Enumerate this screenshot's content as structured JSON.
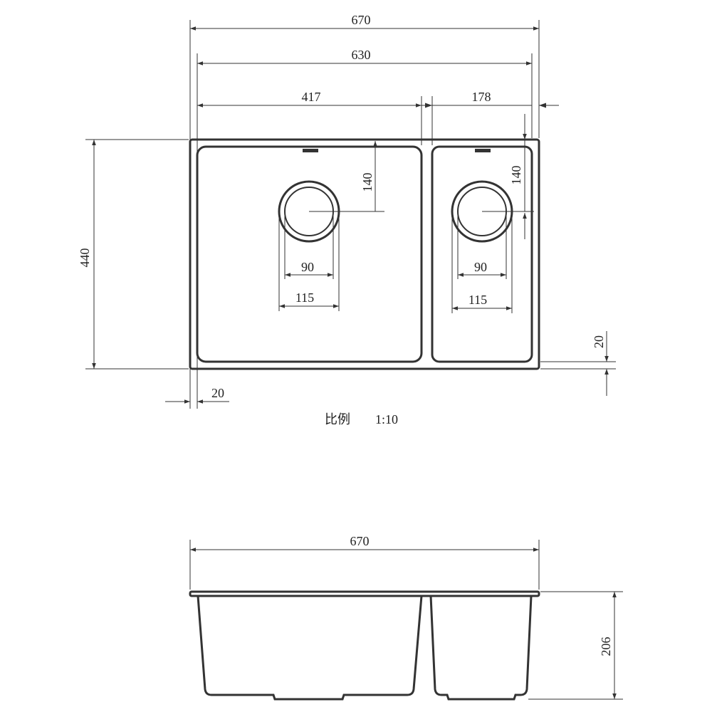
{
  "top_view": {
    "overall_width": "670",
    "inner_width": "630",
    "left_bowl_width": "417",
    "right_bowl_width": "178",
    "overall_depth": "440",
    "left_drain_offset": "140",
    "right_drain_offset": "140",
    "left_drain_inner": "90",
    "left_drain_outer": "115",
    "right_drain_inner": "90",
    "right_drain_outer": "115",
    "flange_bottom": "20",
    "flange_left": "20",
    "scale_label": "比例",
    "scale_value": "1:10"
  },
  "side_view": {
    "overall_width": "670",
    "height": "206"
  },
  "colors": {
    "line": "#333333",
    "text": "#222222",
    "background": "#ffffff"
  }
}
